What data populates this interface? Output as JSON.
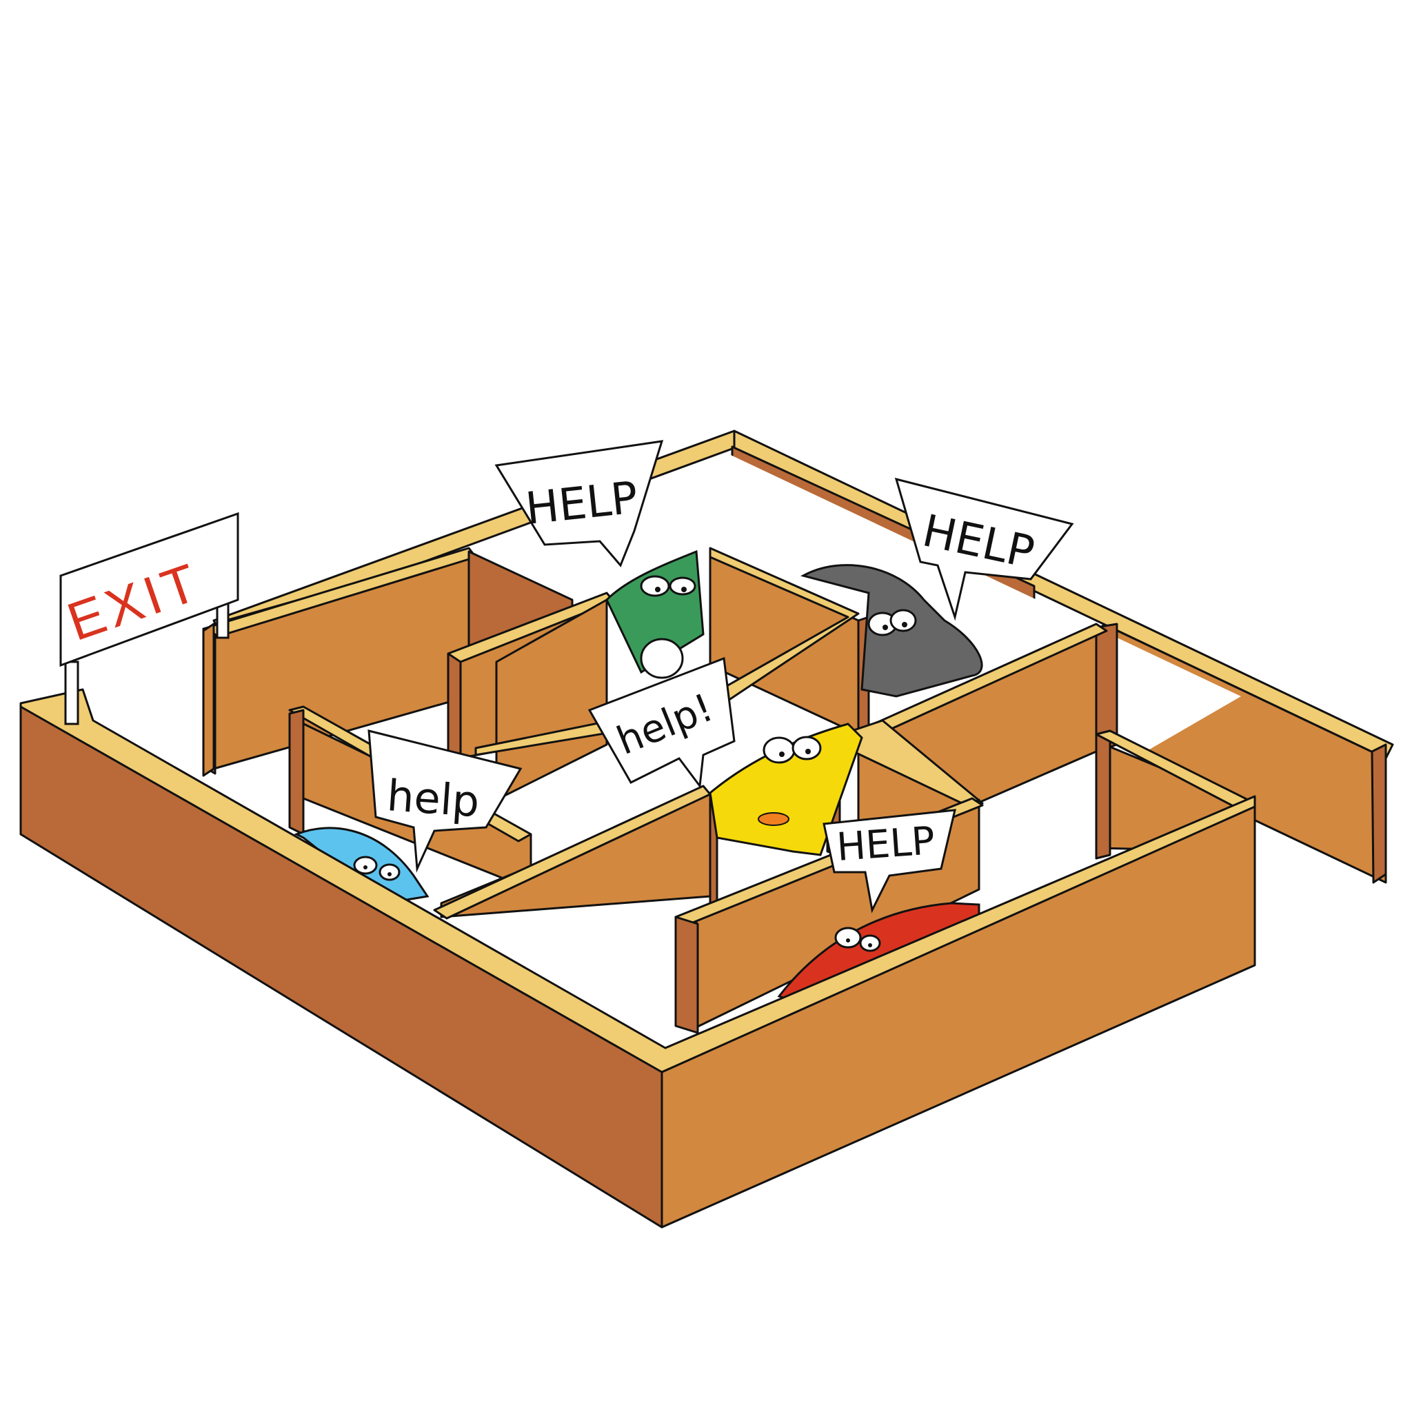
{
  "exit_sign": {
    "label": "EXIT",
    "text_color": "#d9331f"
  },
  "bubbles": [
    {
      "id": "green",
      "text": "HELP"
    },
    {
      "id": "gray",
      "text": "HELP"
    },
    {
      "id": "blue",
      "text": "help"
    },
    {
      "id": "yellow",
      "text": "help!"
    },
    {
      "id": "red",
      "text": "HELP"
    }
  ],
  "colors": {
    "wall_top": "#f0cc72",
    "wall_face_light": "#d2883f",
    "wall_face_dark": "#b96a38",
    "floor": "#ffffff",
    "car_green": "#3a9a5a",
    "car_gray": "#666666",
    "car_blue": "#5cc3ee",
    "car_yellow": "#f5d90a",
    "car_red": "#d9331f"
  },
  "icons": [
    "car-green-icon",
    "car-gray-icon",
    "car-blue-icon",
    "car-yellow-icon",
    "car-red-icon"
  ]
}
